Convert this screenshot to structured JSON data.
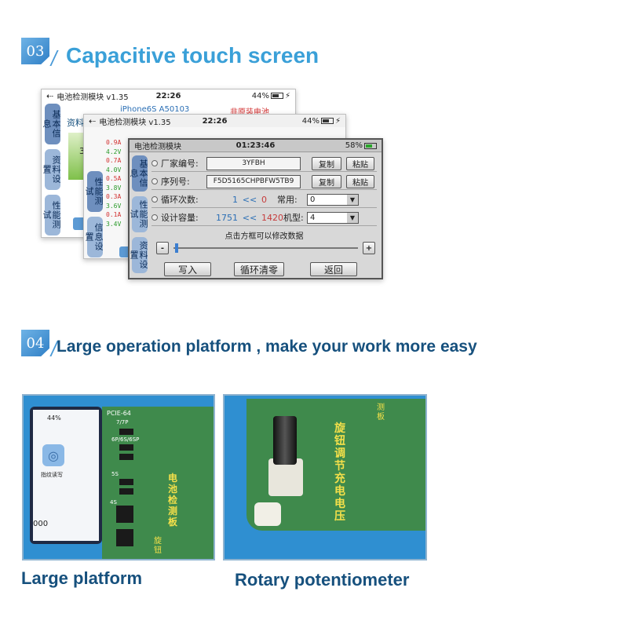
{
  "section3": {
    "badge": "03",
    "title": "Capacitive touch screen"
  },
  "screen1": {
    "usb": "⇠",
    "app": "电池检测模块  v1.35",
    "time": "22:26",
    "battery": "44%",
    "charge": "⚡",
    "model": "iPhone6S  A50103",
    "warning": "非原装电池",
    "tabs": [
      "基本信息",
      "资料设置",
      "性能测试"
    ],
    "partial_label": "资料",
    "partial_num": "3"
  },
  "screen2": {
    "usb": "⇠",
    "app": "电池检测模块  v1.35",
    "time": "22:26",
    "battery": "44%",
    "charge": "⚡",
    "voltages": [
      "0.9A",
      "4.2V",
      "0.7A",
      "4.0V",
      "0.5A",
      "3.8V",
      "0.3A",
      "3.6V",
      "0.1A",
      "3.4V"
    ],
    "tabs": [
      "性能测试",
      "信息设置"
    ]
  },
  "screen3": {
    "app": "电池检测模块",
    "time": "01:23:46",
    "battery": "58%",
    "tabs": [
      "基本信息",
      "性能测试",
      "资料设置"
    ],
    "rows": {
      "maker_label": "厂家编号:",
      "maker_value": "3YFBH",
      "serial_label": "序列号:",
      "serial_value": "F5D5165CHPBFW5TB9",
      "copy": "复制",
      "paste": "粘贴",
      "cycle_label": "循环次数:",
      "cycle_value": "1",
      "cycle_arrow": "<<",
      "cycle_new": "0",
      "common_label": "常用:",
      "common_value": "0",
      "cap_label": "设计容量:",
      "cap_value": "1751",
      "cap_arrow": "<<",
      "cap_new": "1420",
      "model_label": "机型:",
      "model_value": "4",
      "hint": "点击方框可以修改数据"
    },
    "minus": "-",
    "plus": "+",
    "buttons": {
      "write": "写入",
      "clear": "循环清零",
      "back": "返回"
    }
  },
  "section4": {
    "badge": "04",
    "title": "Large operation platform , make your work more easy"
  },
  "photo1": {
    "battery": "44%",
    "fingerprint_label": "指纹读写",
    "partial_num": "000",
    "silk_top": "PCIE-64",
    "silk_models": [
      "7/7P",
      "6P/6S/6SP",
      "5S",
      "4S"
    ],
    "board_label": "电池检测板",
    "knob_label": "旋钮"
  },
  "photo2": {
    "board_label": "旋钮调节充电电压",
    "side_label": "测板"
  },
  "captions": {
    "left": "Large platform",
    "right": "Rotary potentiometer"
  },
  "colors": {
    "title_blue": "#3aa0d8",
    "dark_blue": "#16507d",
    "pcb_green": "#3f8a4c",
    "platform_blue": "#2f8fd1"
  }
}
